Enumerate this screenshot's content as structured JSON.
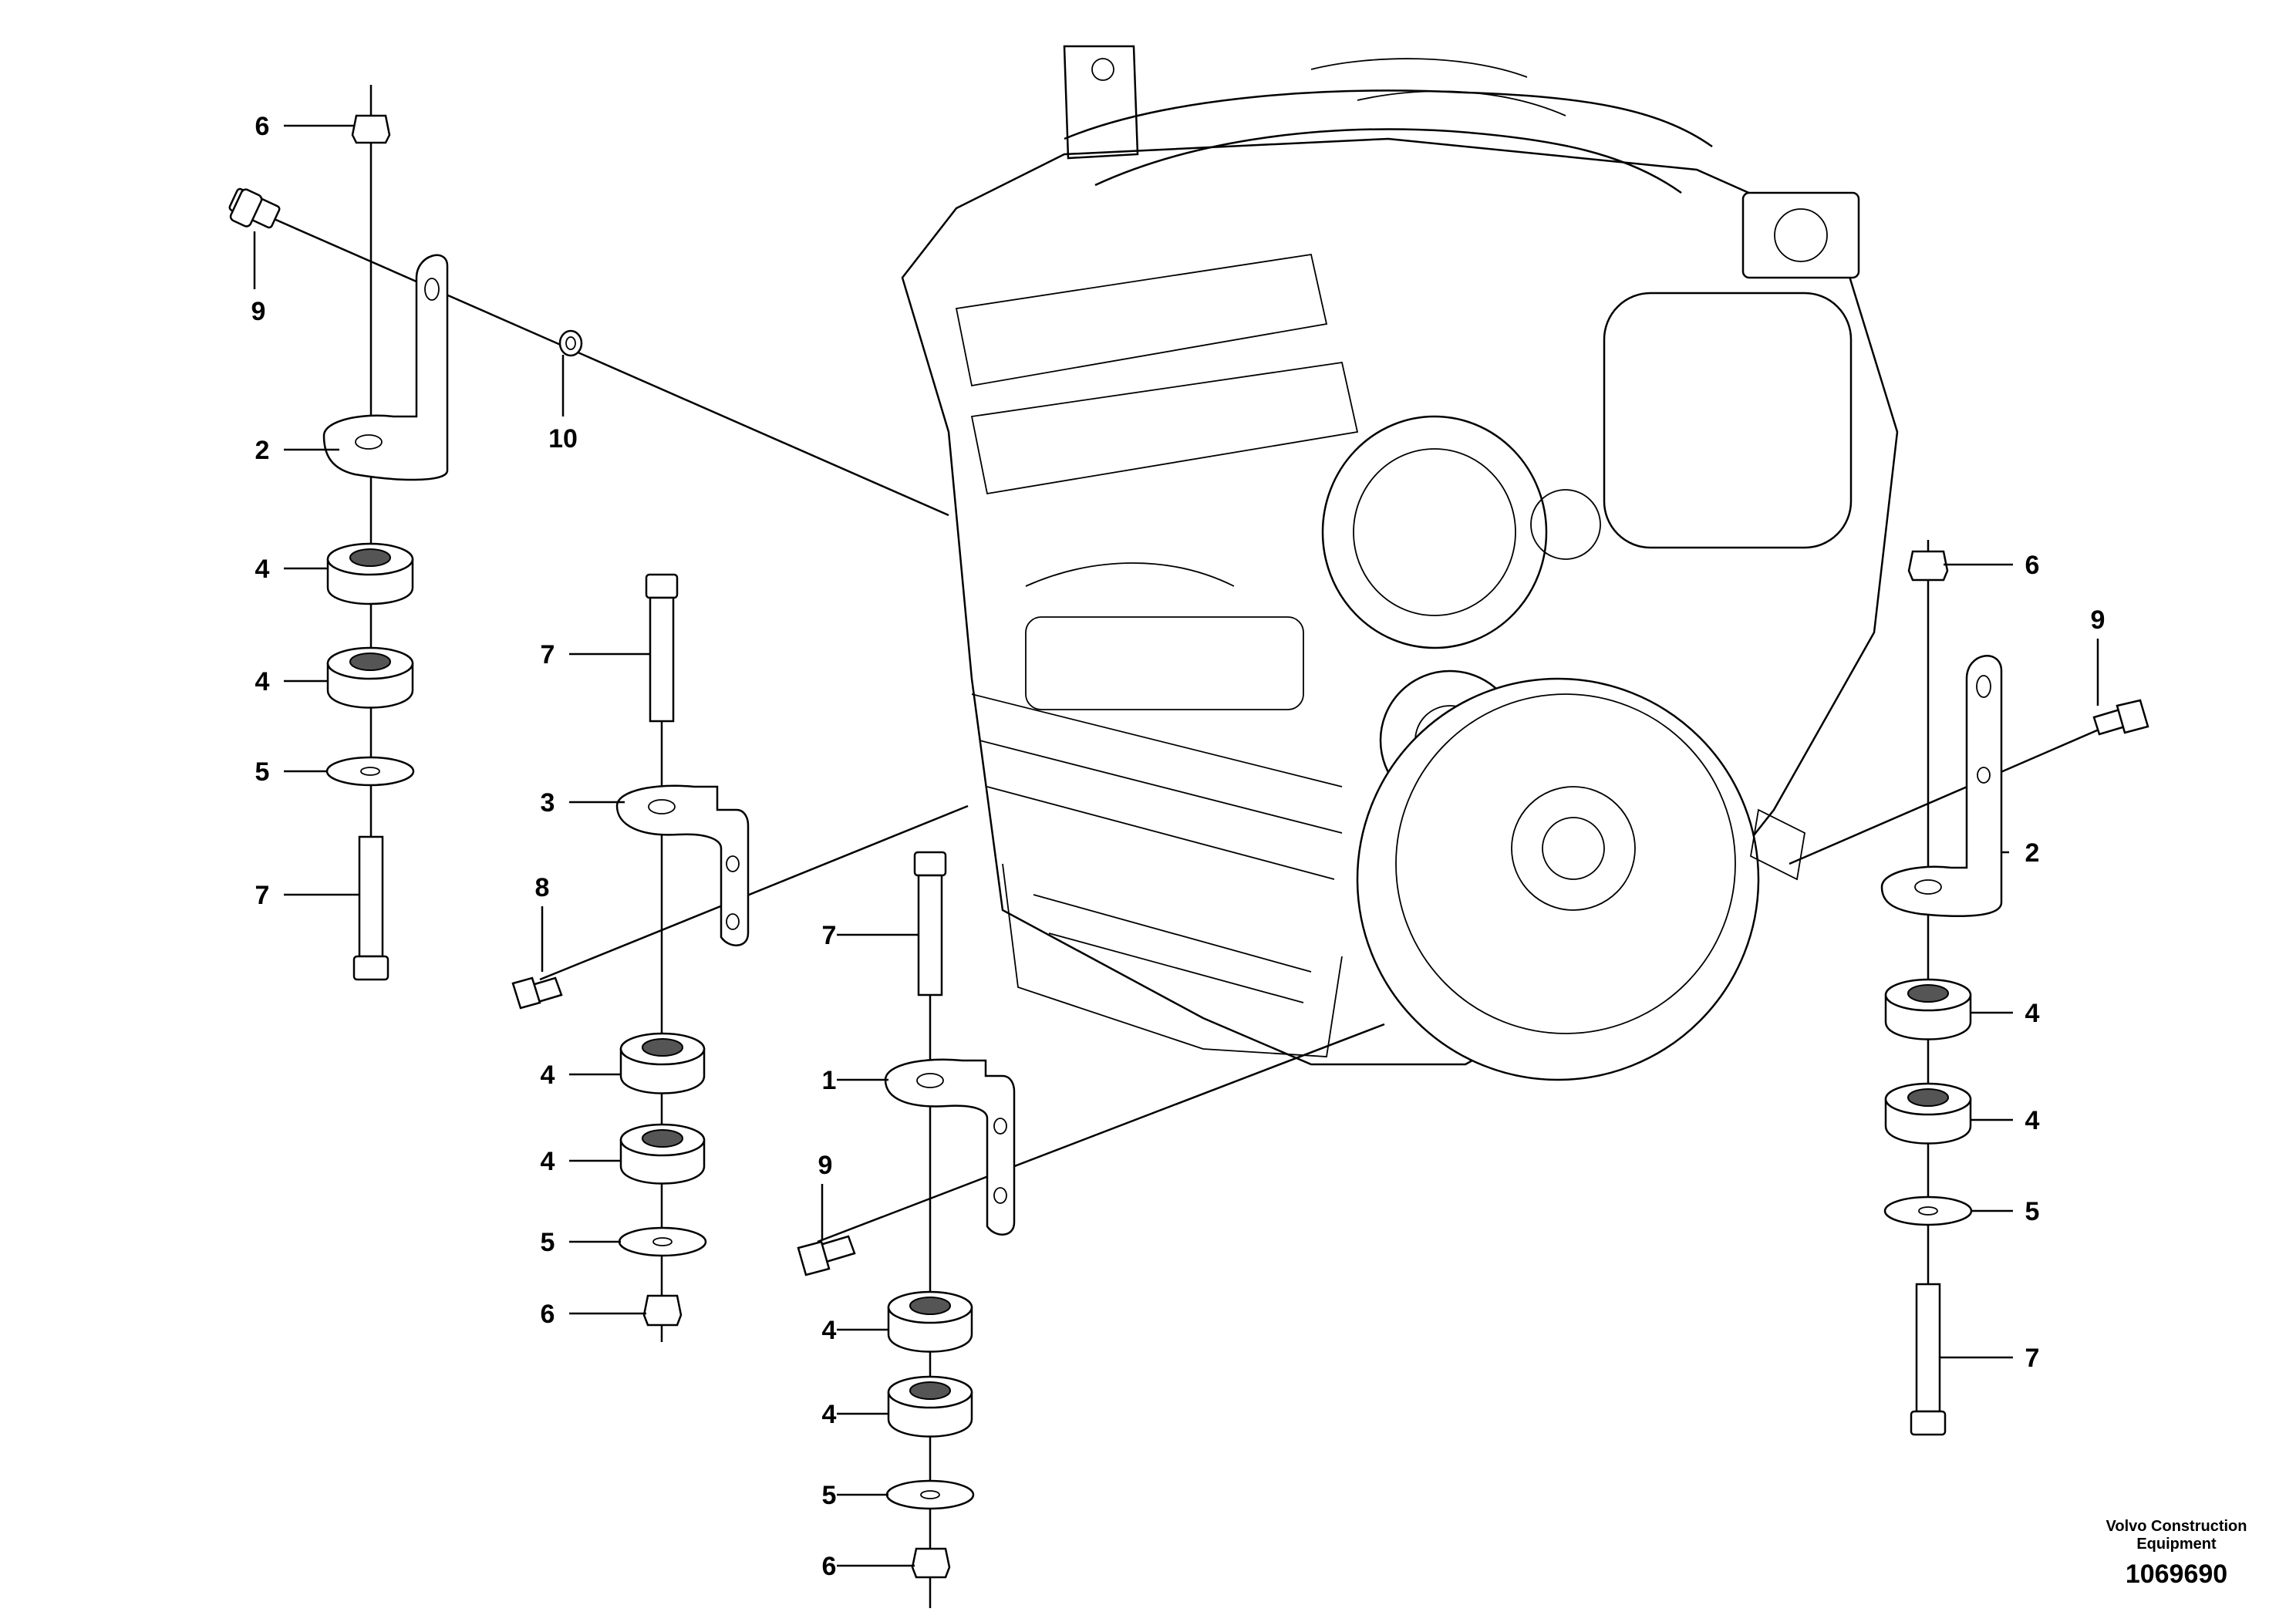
{
  "diagram": {
    "callouts": [
      {
        "id": "c-6-a",
        "label": "6"
      },
      {
        "id": "c-9-a",
        "label": "9"
      },
      {
        "id": "c-2-a",
        "label": "2"
      },
      {
        "id": "c-10",
        "label": "10"
      },
      {
        "id": "c-4-a",
        "label": "4"
      },
      {
        "id": "c-4-b",
        "label": "4"
      },
      {
        "id": "c-5-a",
        "label": "5"
      },
      {
        "id": "c-7-a",
        "label": "7"
      },
      {
        "id": "c-7-b",
        "label": "7"
      },
      {
        "id": "c-3",
        "label": "3"
      },
      {
        "id": "c-8",
        "label": "8"
      },
      {
        "id": "c-4-c",
        "label": "4"
      },
      {
        "id": "c-4-d",
        "label": "4"
      },
      {
        "id": "c-5-b",
        "label": "5"
      },
      {
        "id": "c-6-b",
        "label": "6"
      },
      {
        "id": "c-7-c",
        "label": "7"
      },
      {
        "id": "c-1",
        "label": "1"
      },
      {
        "id": "c-9-b",
        "label": "9"
      },
      {
        "id": "c-4-e",
        "label": "4"
      },
      {
        "id": "c-4-f",
        "label": "4"
      },
      {
        "id": "c-5-c",
        "label": "5"
      },
      {
        "id": "c-6-c",
        "label": "6"
      },
      {
        "id": "c-6-d",
        "label": "6"
      },
      {
        "id": "c-9-c",
        "label": "9"
      },
      {
        "id": "c-2-b",
        "label": "2"
      },
      {
        "id": "c-4-g",
        "label": "4"
      },
      {
        "id": "c-4-h",
        "label": "4"
      },
      {
        "id": "c-5-d",
        "label": "5"
      },
      {
        "id": "c-7-d",
        "label": "7"
      }
    ],
    "caption": {
      "company_line1": "Volvo Construction",
      "company_line2": "Equipment",
      "drawing_number": "1069690"
    }
  }
}
